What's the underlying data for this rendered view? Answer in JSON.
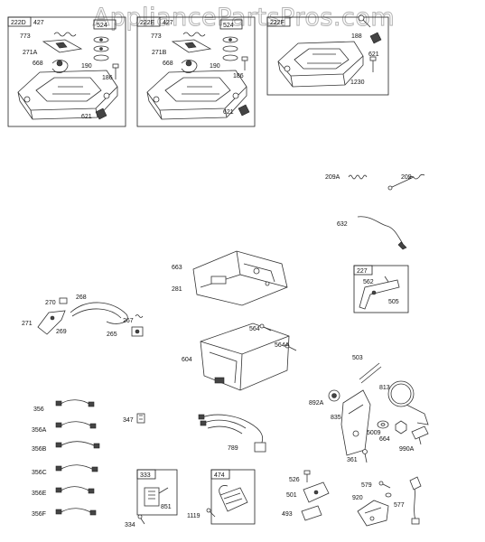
{
  "watermark": "AppliancePartsPros.com",
  "boxes": {
    "b222D": "222D",
    "b222E": "222E",
    "b222F": "222F",
    "b524a": "524",
    "b524b": "524",
    "b227": "227",
    "b333": "333",
    "b474": "474"
  },
  "labels": {
    "l427a": "427",
    "l427b": "427",
    "l773a": "773",
    "l773b": "773",
    "l271A": "271A",
    "l271B": "271B",
    "l668a": "668",
    "l668b": "668",
    "l190a": "190",
    "l190b": "190",
    "l186a": "186",
    "l186b": "186",
    "l621a": "621",
    "l621b": "621",
    "l188": "188",
    "l621c": "621",
    "l1230": "1230",
    "l209A": "209A",
    "l209": "209",
    "l632": "632",
    "l663": "663",
    "l281": "281",
    "l562": "562",
    "l505": "505",
    "l270": "270",
    "l268": "268",
    "l271": "271",
    "l269": "269",
    "l267": "267",
    "l265": "265",
    "l564": "564",
    "l564A": "564A",
    "l604": "604",
    "l503": "503",
    "l813": "813",
    "l892A": "892A",
    "l835": "835",
    "l5009": "5009",
    "l664": "664",
    "l990A": "990A",
    "l361": "361",
    "l356": "356",
    "l356A": "356A",
    "l356B": "356B",
    "l356C": "356C",
    "l356E": "356E",
    "l356F": "356F",
    "l347": "347",
    "l789": "789",
    "l851": "851",
    "l334": "334",
    "l1119": "1119",
    "l526": "526",
    "l501": "501",
    "l493": "493",
    "l579": "579",
    "l920": "920",
    "l577": "577"
  }
}
